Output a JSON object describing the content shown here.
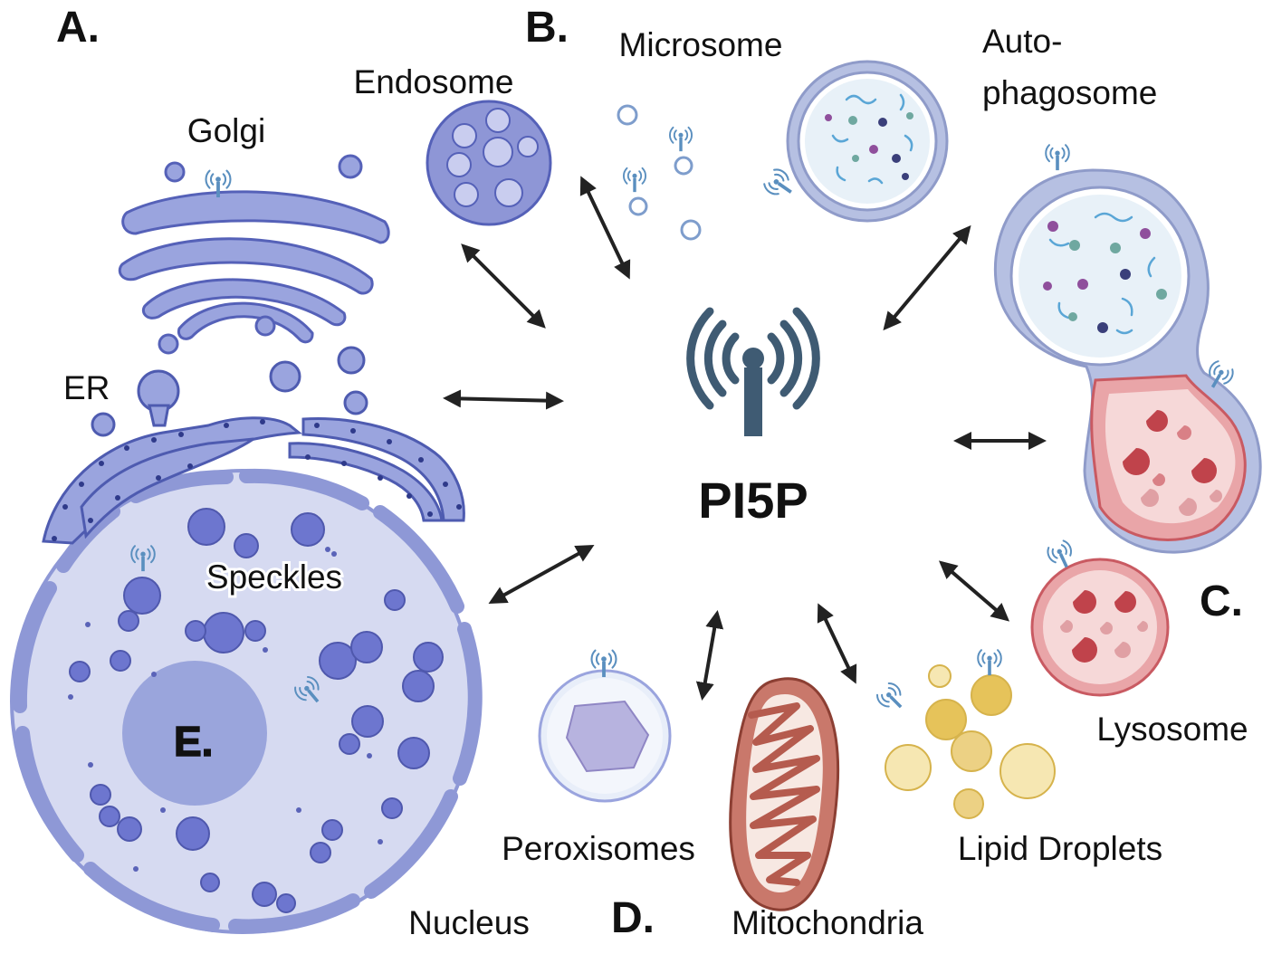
{
  "center": {
    "label": "PI5P"
  },
  "panels": {
    "a": "A.",
    "b": "B.",
    "c": "C.",
    "d": "D.",
    "e": "E."
  },
  "labels": {
    "golgi": "Golgi",
    "endosome": "Endosome",
    "microsome": "Microsome",
    "autophagosome_1": "Auto-",
    "autophagosome_2": "phagosome",
    "er": "ER",
    "speckles": "Speckles",
    "nucleus": "Nucleus",
    "lysosome": "Lysosome",
    "peroxisomes": "Peroxisomes",
    "mitochondria": "Mitochondria",
    "lipid_droplets": "Lipid Droplets"
  },
  "colors": {
    "organelle_blue": "#7b86d6",
    "organelle_blue_dark": "#5561b8",
    "nucleus_fill": "#d6daf1",
    "autophagosome_membrane": "#a9b4d8",
    "lysosome_red": "#d96a6f",
    "lysosome_fill": "#f6d8d8",
    "mitochondria_brown": "#b55b4e",
    "lipid_yellow": "#f1d77c",
    "peroxisome_fill": "#b7b3df",
    "signal_icon": "#3f5b73",
    "arrow": "#222222"
  }
}
